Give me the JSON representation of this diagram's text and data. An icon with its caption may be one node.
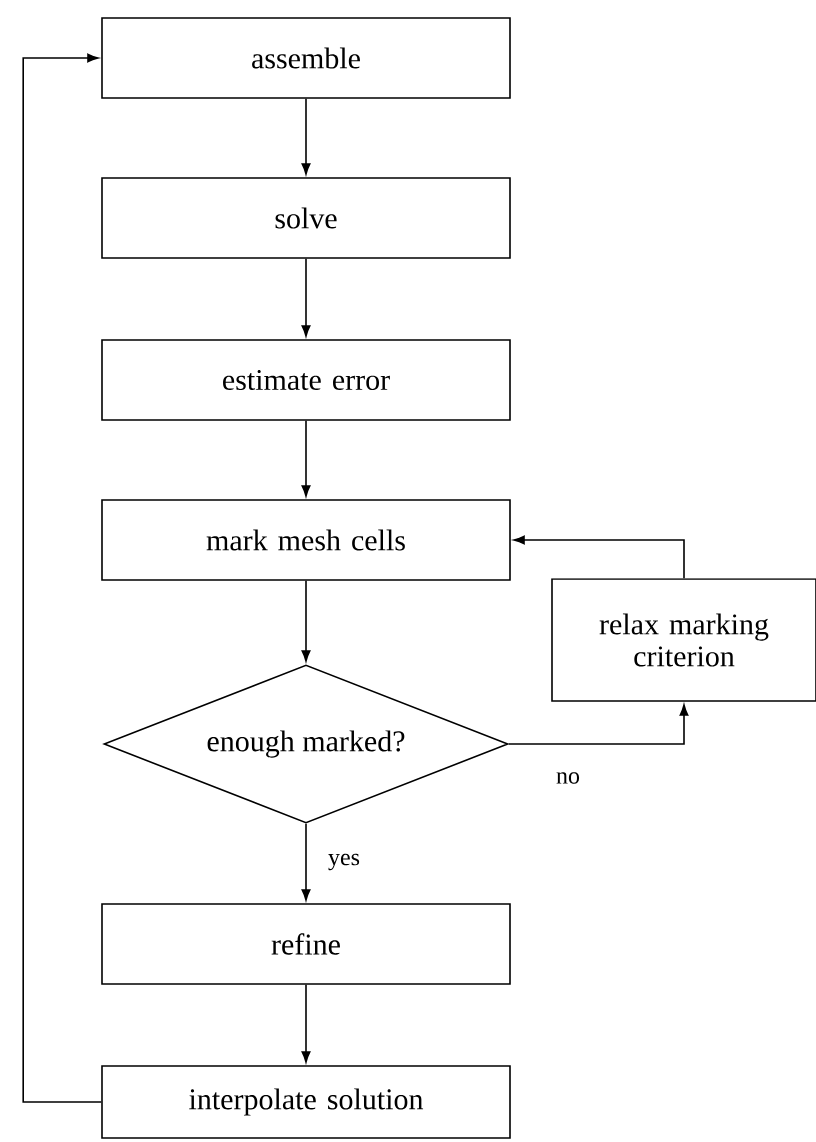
{
  "diagram": {
    "nodes": [
      {
        "text": [
          "assemble"
        ]
      },
      {
        "text": [
          "solve"
        ]
      },
      {
        "text": [
          "estimate error"
        ]
      },
      {
        "text": [
          "mark mesh cells"
        ]
      },
      {
        "text": [
          "relax marking criterion"
        ]
      },
      {
        "text": [
          "enough marked?"
        ]
      },
      {
        "text": [
          "refine"
        ]
      },
      {
        "text": [
          "interpolate solution"
        ]
      }
    ],
    "edges": [
      {
        "from": 0,
        "to": 1,
        "arrow": "to"
      },
      {
        "from": 1,
        "to": 2,
        "arrow": "to"
      },
      {
        "from": 2,
        "to": 3,
        "arrow": "to"
      },
      {
        "from": 3,
        "to": 5,
        "arrow": "to"
      },
      {
        "from": 5,
        "to": 4,
        "arrow": "to",
        "label": "no"
      },
      {
        "from": 4,
        "to": 3,
        "arrow": "to"
      },
      {
        "from": 5,
        "to": 6,
        "arrow": "to",
        "label": "yes"
      },
      {
        "from": 6,
        "to": 7,
        "arrow": "to"
      },
      {
        "from": 7,
        "to": 0,
        "arrow": "to"
      }
    ]
  }
}
